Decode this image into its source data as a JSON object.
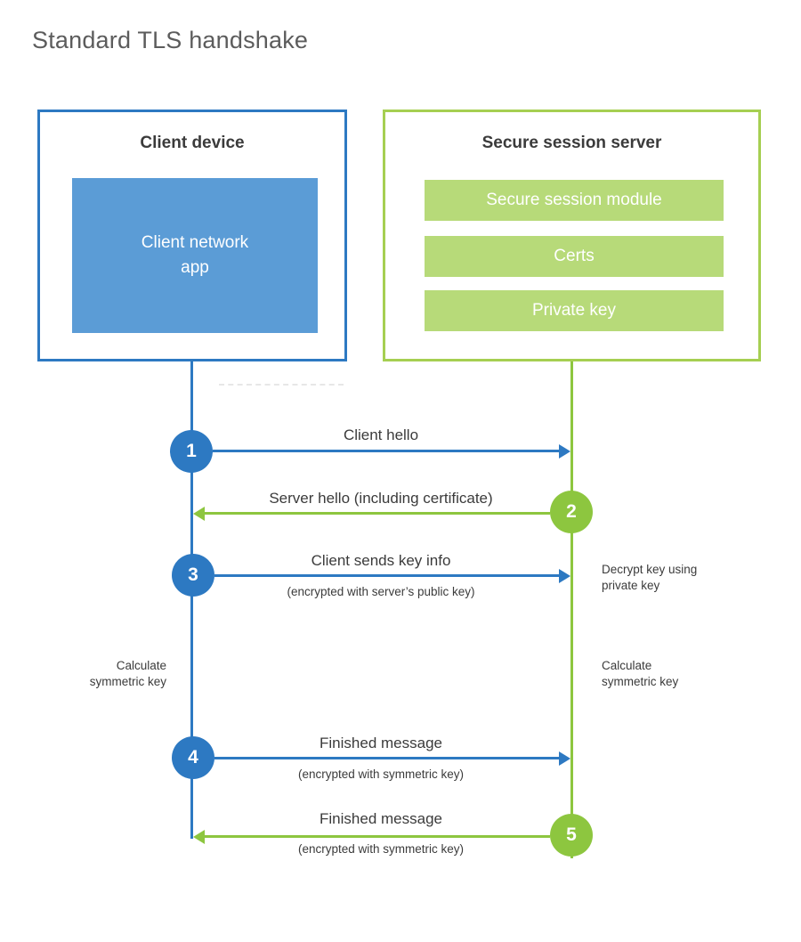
{
  "page": {
    "title": "Standard TLS handshake"
  },
  "client": {
    "title": "Client device",
    "module": "Client network app"
  },
  "server": {
    "title": "Secure session server",
    "modules": [
      "Secure session module",
      "Certs",
      "Private key"
    ]
  },
  "steps": [
    {
      "num": "1",
      "label": "Client hello",
      "sub": "",
      "direction": "right",
      "color": "blue"
    },
    {
      "num": "2",
      "label": "Server hello (including certificate)",
      "sub": "",
      "direction": "left",
      "color": "green"
    },
    {
      "num": "3",
      "label": "Client sends key info",
      "sub": "(encrypted with server’s public key)",
      "direction": "right",
      "color": "blue"
    },
    {
      "num": "4",
      "label": "Finished message",
      "sub": "(encrypted with symmetric key)",
      "direction": "right",
      "color": "blue"
    },
    {
      "num": "5",
      "label": "Finished message",
      "sub": "(encrypted with symmetric key)",
      "direction": "left",
      "color": "green"
    }
  ],
  "notes": {
    "decrypt": "Decrypt key using private key",
    "calc_left": "Calculate symmetric key",
    "calc_right": "Calculate symmetric key"
  },
  "colors": {
    "blue_line": "#2d79c2",
    "blue_fill": "#5b9cd6",
    "green_line": "#8dc63f",
    "green_border": "#a6cf52",
    "green_fill": "#b7da79",
    "text": "#3b3b3b",
    "title_text": "#5c5c5c"
  }
}
